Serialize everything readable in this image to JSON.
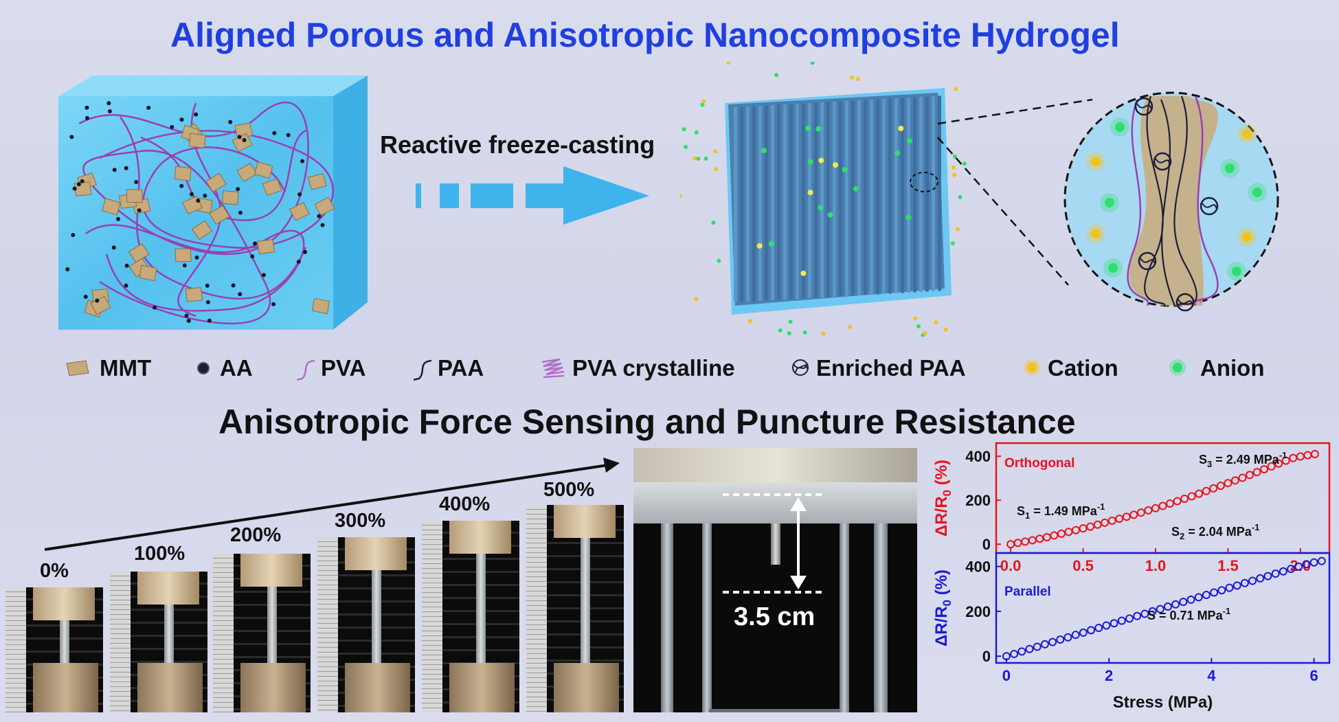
{
  "title": "Aligned Porous and Anisotropic Nanocomposite Hydrogel",
  "process_label": "Reactive freeze-casting",
  "legend": [
    {
      "label": "MMT",
      "icon": "mmt-flake-icon"
    },
    {
      "label": "AA",
      "icon": "aa-dot-icon"
    },
    {
      "label": "PVA",
      "icon": "pva-chain-icon"
    },
    {
      "label": "PAA",
      "icon": "paa-chain-icon"
    },
    {
      "label": "PVA crystalline",
      "icon": "pva-crystalline-icon"
    },
    {
      "label": "Enriched PAA",
      "icon": "enriched-paa-icon"
    },
    {
      "label": "Cation",
      "icon": "cation-dot-icon"
    },
    {
      "label": "Anion",
      "icon": "anion-dot-icon"
    }
  ],
  "subtitle": "Anisotropic Force Sensing and Puncture Resistance",
  "strains": [
    "0%",
    "100%",
    "200%",
    "300%",
    "400%",
    "500%"
  ],
  "puncture_label": "3.5 cm",
  "colors": {
    "title": "#1f3fe0",
    "gel": "#5fc6f0",
    "arrow": "#3fb3ec",
    "orthogonal": "#e8141b",
    "parallel": "#1a1ad6",
    "cation": "#f5c21a",
    "anion": "#2de06b"
  },
  "chart_data": [
    {
      "type": "scatter",
      "series_label": "Orthogonal",
      "ylabel": "ΔR/R0 (%)",
      "xlim": [
        -0.1,
        2.2
      ],
      "ylim": [
        -40,
        460
      ],
      "xticks": [
        0.0,
        0.5,
        1.0,
        1.5,
        2.0
      ],
      "yticks": [
        0,
        200,
        400
      ],
      "xticklabels": [
        "0.0",
        "0.5",
        "1.0",
        "1.5",
        "2.0"
      ],
      "annotations": [
        {
          "base": "S",
          "sub": "1",
          "text": " = 1.49 MPa",
          "sup": "-1"
        },
        {
          "base": "S",
          "sub": "2",
          "text": " = 2.04 MPa",
          "sup": "-1"
        },
        {
          "base": "S",
          "sub": "3",
          "text": " = 2.49 MPa",
          "sup": "-1"
        }
      ],
      "x": [
        0.0,
        0.05,
        0.1,
        0.15,
        0.2,
        0.25,
        0.3,
        0.35,
        0.4,
        0.45,
        0.5,
        0.55,
        0.6,
        0.65,
        0.7,
        0.75,
        0.8,
        0.85,
        0.9,
        0.95,
        1.0,
        1.05,
        1.1,
        1.15,
        1.2,
        1.25,
        1.3,
        1.35,
        1.4,
        1.45,
        1.5,
        1.55,
        1.6,
        1.65,
        1.7,
        1.75,
        1.8,
        1.85,
        1.9,
        1.95,
        2.0,
        2.05,
        2.1
      ],
      "y": [
        0,
        6,
        12,
        18,
        25,
        32,
        40,
        48,
        56,
        64,
        72,
        80,
        89,
        98,
        107,
        116,
        125,
        134,
        144,
        154,
        164,
        174,
        185,
        196,
        207,
        218,
        230,
        242,
        254,
        266,
        278,
        290,
        302,
        315,
        328,
        341,
        354,
        367,
        380,
        392,
        399,
        405,
        410
      ]
    },
    {
      "type": "scatter",
      "series_label": "Parallel",
      "ylabel": "ΔR/R0 (%)",
      "xlabel": "Stress (MPa)",
      "xlim": [
        -0.2,
        6.3
      ],
      "ylim": [
        -30,
        460
      ],
      "xticks": [
        0,
        2,
        4,
        6
      ],
      "yticks": [
        0,
        200,
        400
      ],
      "xticklabels": [
        "0",
        "2",
        "4",
        "6"
      ],
      "annotations": [
        {
          "base": "S",
          "sub": "",
          "text": " = 0.71 MPa",
          "sup": "-1"
        }
      ],
      "x": [
        0.0,
        0.15,
        0.3,
        0.45,
        0.6,
        0.75,
        0.9,
        1.05,
        1.2,
        1.35,
        1.5,
        1.65,
        1.8,
        1.95,
        2.1,
        2.25,
        2.4,
        2.55,
        2.7,
        2.85,
        3.0,
        3.15,
        3.3,
        3.45,
        3.6,
        3.75,
        3.9,
        4.05,
        4.2,
        4.35,
        4.5,
        4.65,
        4.8,
        4.95,
        5.1,
        5.25,
        5.4,
        5.55,
        5.7,
        5.85,
        6.0,
        6.15
      ],
      "y": [
        0,
        10,
        21,
        32,
        42,
        53,
        63,
        74,
        84,
        95,
        105,
        116,
        126,
        137,
        147,
        158,
        168,
        179,
        189,
        200,
        210,
        221,
        231,
        242,
        252,
        263,
        273,
        284,
        294,
        305,
        315,
        326,
        336,
        347,
        357,
        368,
        378,
        389,
        399,
        410,
        418,
        424
      ]
    }
  ]
}
